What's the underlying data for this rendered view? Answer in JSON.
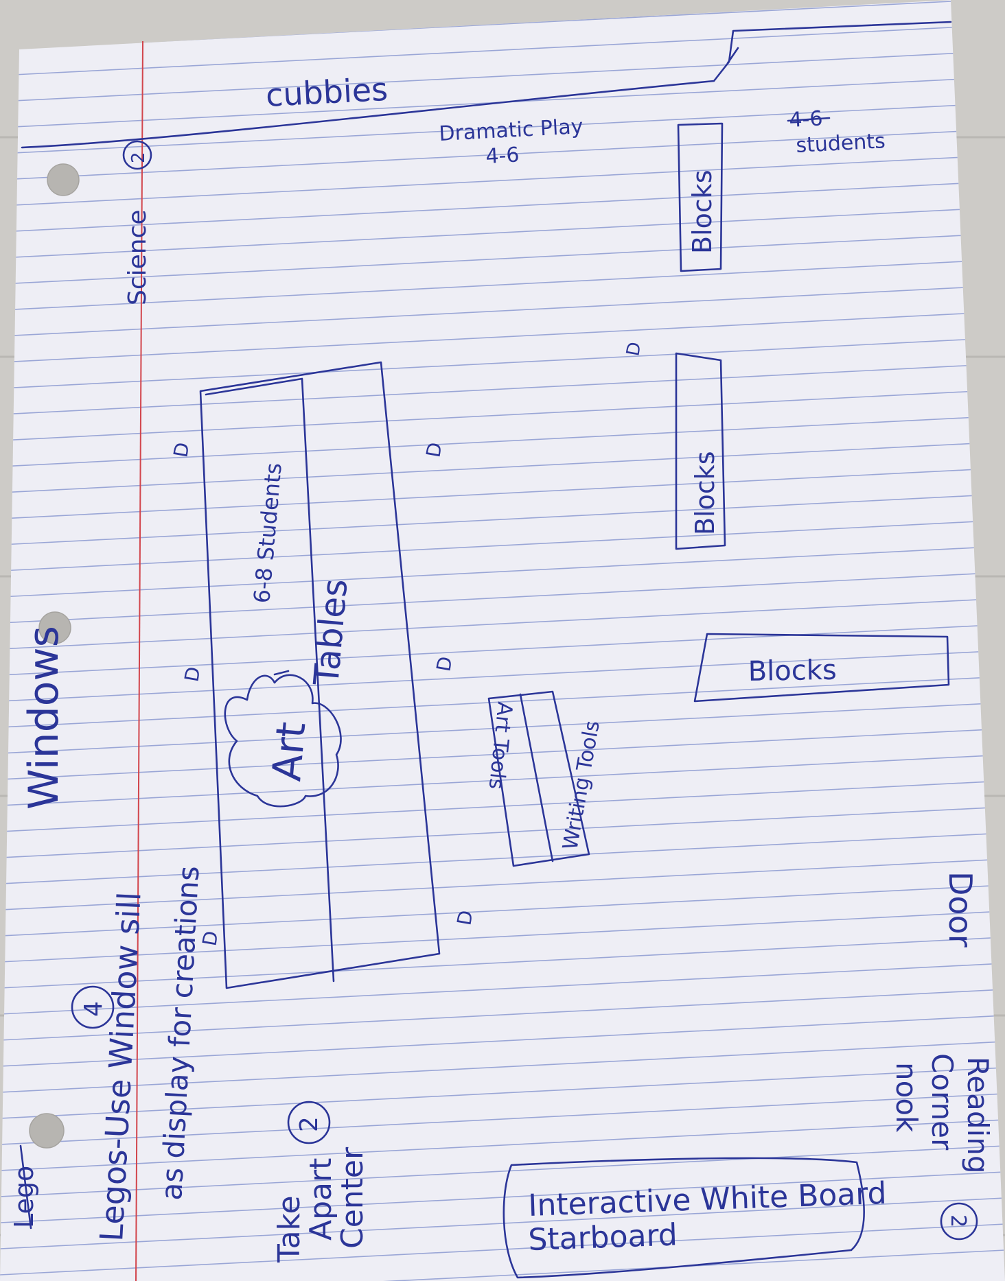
{
  "labels": {
    "cubbies": "cubbies",
    "dramatic_play": "Dramatic Play",
    "dramatic_play_count": "4-6",
    "students_count": "4-6",
    "students": "students",
    "science": "Science",
    "science_badge": "2",
    "blocks_1": "Blocks",
    "blocks_2": "Blocks",
    "blocks_3": "Blocks",
    "windows": "Windows",
    "art_tables_count": "6-8 Students",
    "tables": "Tables",
    "art": "Art",
    "art_tools": "Art Tools",
    "writing_tools": "Writing Tools",
    "door": "Door",
    "legos": "Legos",
    "legos_badge": "4",
    "legos_note_1": "Legos-Use Window sill",
    "legos_note_2": "as display for creations",
    "legos_crossed": "Lego",
    "take_apart_1": "Take",
    "take_apart_2": "Apart",
    "take_apart_3": "Center",
    "take_apart_badge": "2",
    "reading_corner_1": "Reading",
    "reading_corner_2": "Corner",
    "reading_corner_3": "nook",
    "reading_badge": "2",
    "whiteboard_1": "Interactive White Board",
    "whiteboard_2": "Starboard",
    "chair_mark": "D"
  },
  "colors": {
    "ink": "#2b3598",
    "paper": "#eeeef5",
    "rule_line": "#9aa6d6",
    "margin_line": "#d2454c",
    "wall": "#c9c7c3"
  }
}
